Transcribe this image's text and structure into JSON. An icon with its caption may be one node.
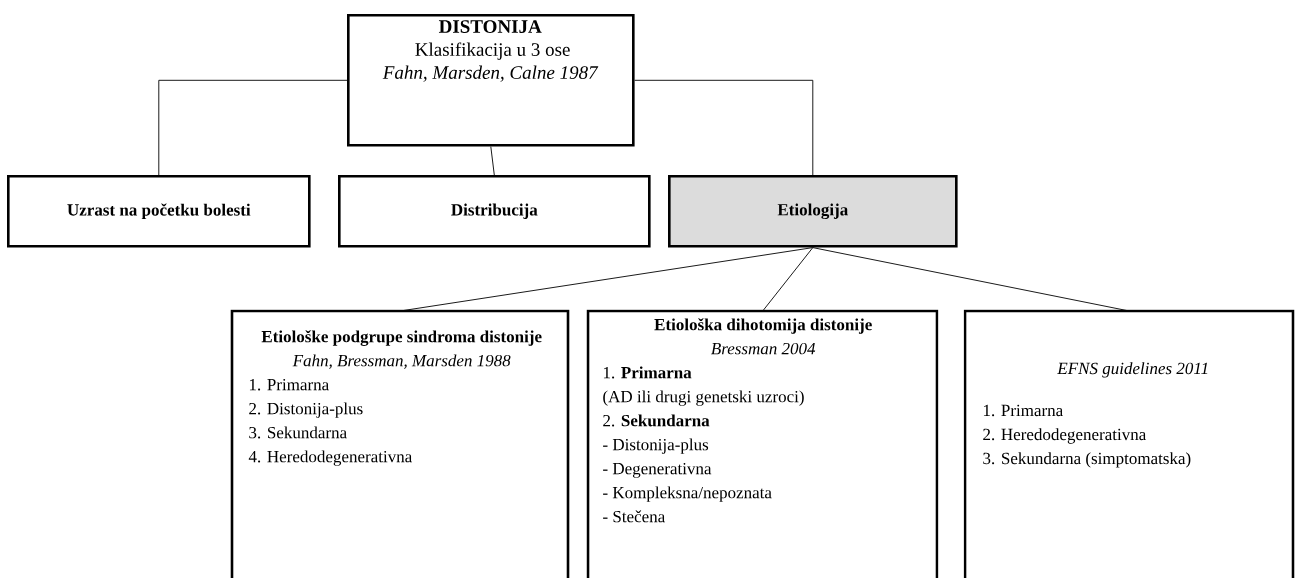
{
  "diagram": {
    "nodes": [
      {
        "text": [
          "DISTONIJA",
          "Klasifikacija u 3 ose",
          "Fahn, Marsden, Calne 1987"
        ]
      },
      {
        "text": [
          "Uzrast na početku bolesti"
        ]
      },
      {
        "text": [
          "Distribucija"
        ]
      },
      {
        "text": [
          "Etiologija"
        ]
      },
      {
        "text": [
          "Etiološke podgrupe sindroma distonije",
          "Fahn, Bressman, Marsden 1988",
          "1. Primarna",
          "2. Distonija-plus",
          "3. Sekundarna",
          "4. Heredodegenerativna"
        ]
      },
      {
        "text": [
          "Etiološka dihotomija distonije",
          "Bressman 2004",
          "1. **Primarna**",
          "(AD ili drugi genetski uzroci)",
          "2. **Sekundarna**",
          "- Distonija-plus",
          "- Degenerativna",
          "- Kompleksna/nepoznata",
          "- Stečena"
        ]
      },
      {
        "text": [
          "EFNS guidelines 2011",
          "1. Primarna",
          "2. Heredodegenerativna",
          "3. Sekundarna (simptomatska)"
        ]
      }
    ],
    "edges": [
      {
        "from": 0,
        "to": 1,
        "arrow": "none"
      },
      {
        "from": 0,
        "to": 2,
        "arrow": "none"
      },
      {
        "from": 0,
        "to": 3,
        "arrow": "none"
      },
      {
        "from": 3,
        "to": 4,
        "arrow": "none"
      },
      {
        "from": 3,
        "to": 5,
        "arrow": "none"
      },
      {
        "from": 3,
        "to": 6,
        "arrow": "none"
      }
    ]
  }
}
